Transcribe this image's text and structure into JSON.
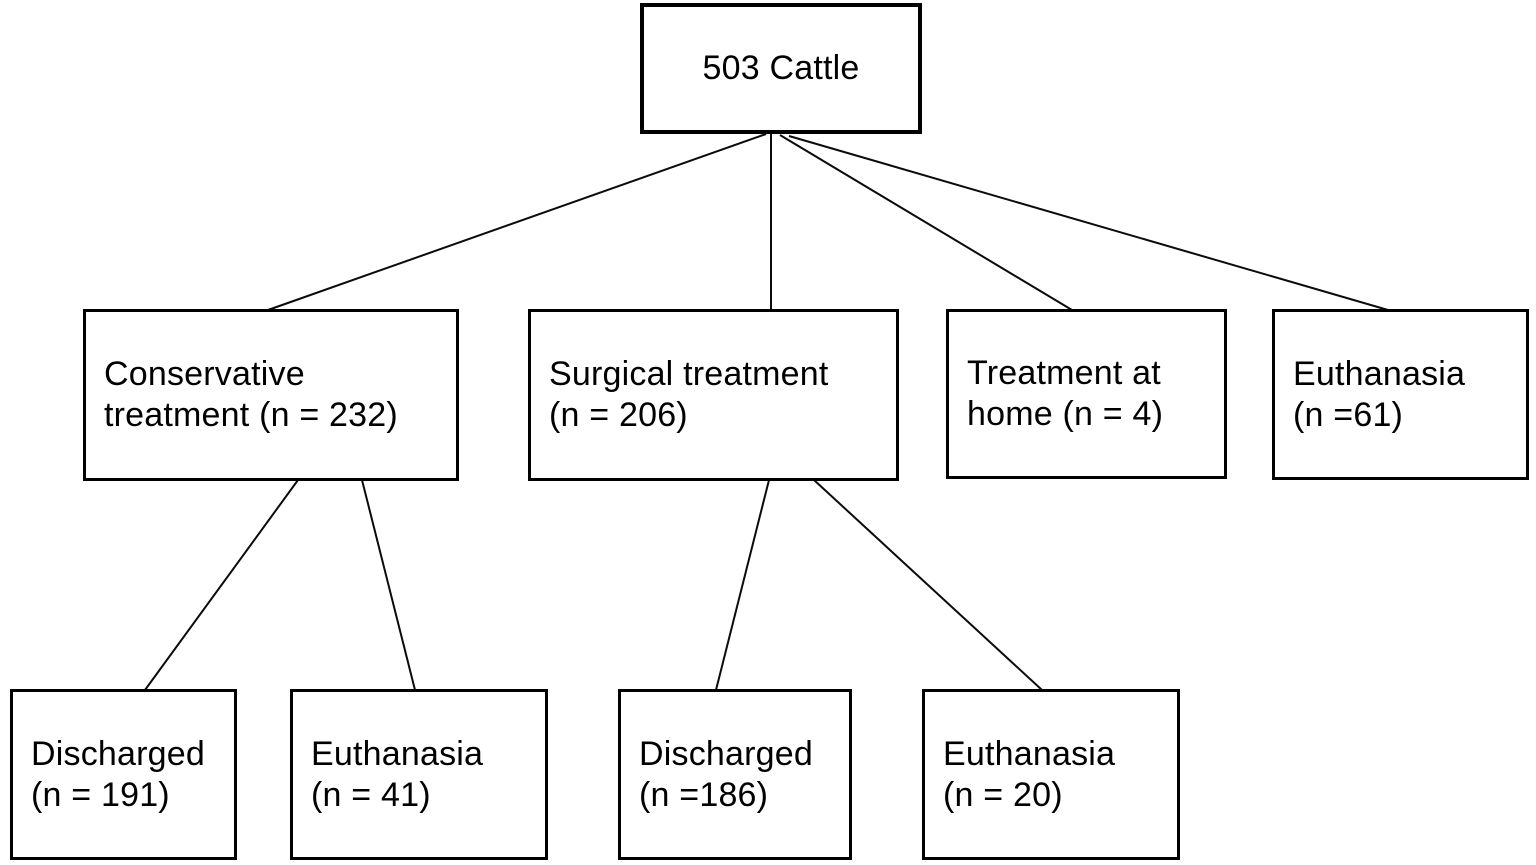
{
  "diagram": {
    "type": "flowchart",
    "colors": {
      "background": "#ffffff",
      "box_border": "#000000",
      "text": "#000000",
      "edge_line": "#0b0b0b"
    },
    "nodes": {
      "root": {
        "label": "503 Cattle",
        "lines": [
          "503 Cattle"
        ]
      },
      "conservative": {
        "label": "Conservative treatment (n = 232)",
        "lines": [
          "Conservative",
          "treatment (n = 232)"
        ]
      },
      "surgical": {
        "label": "Surgical treatment (n = 206)",
        "lines": [
          "Surgical treatment",
          "(n = 206)"
        ]
      },
      "home": {
        "label": "Treatment at home (n = 4)",
        "lines": [
          "Treatment at",
          "home (n = 4)"
        ]
      },
      "euthanasia_direct": {
        "label": "Euthanasia (n =61)",
        "lines": [
          "Euthanasia",
          "(n =61)"
        ]
      },
      "cons_discharged": {
        "label": "Discharged (n = 191)",
        "lines": [
          "Discharged",
          "(n = 191)"
        ]
      },
      "cons_euthanasia": {
        "label": "Euthanasia (n = 41)",
        "lines": [
          "Euthanasia",
          "(n = 41)"
        ]
      },
      "surg_discharged": {
        "label": "Discharged (n =186)",
        "lines": [
          "Discharged",
          "(n =186)"
        ]
      },
      "surg_euthanasia": {
        "label": "Euthanasia (n = 20)",
        "lines": [
          "Euthanasia",
          "(n = 20)"
        ]
      }
    },
    "edges": [
      {
        "from": "root",
        "to": "conservative"
      },
      {
        "from": "root",
        "to": "surgical"
      },
      {
        "from": "root",
        "to": "home"
      },
      {
        "from": "root",
        "to": "euthanasia_direct"
      },
      {
        "from": "conservative",
        "to": "cons_discharged"
      },
      {
        "from": "conservative",
        "to": "cons_euthanasia"
      },
      {
        "from": "surgical",
        "to": "surg_discharged"
      },
      {
        "from": "surgical",
        "to": "surg_euthanasia"
      }
    ]
  }
}
